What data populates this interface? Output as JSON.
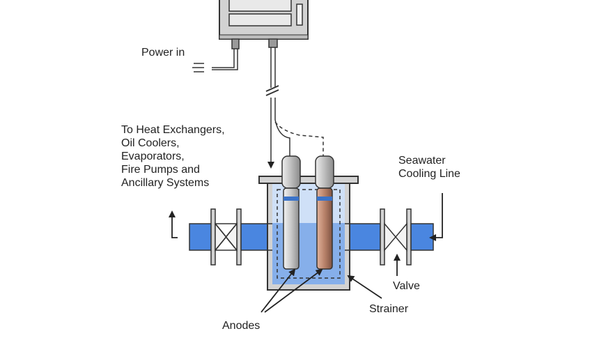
{
  "labels": {
    "power_in": "Power in",
    "heat_exchangers": [
      "To Heat Exchangers,",
      "Oil Coolers,",
      "Evaporators,",
      "Fire Pumps and",
      "Ancillary Systems"
    ],
    "seawater": [
      "Seawater",
      "Cooling Line"
    ],
    "valve": "Valve",
    "strainer": "Strainer",
    "anodes": "Anodes"
  },
  "colors": {
    "water": "#4a86e0",
    "water_light": "#cfe0f7",
    "metal": "#d2d2d2",
    "outline": "#333333",
    "aluminium_anode": "#c8c8c8",
    "copper_anode": "#b8826a",
    "anode_band": "#3a73c9",
    "text": "#222222"
  },
  "icons": {
    "flow_arrow": "arrow-icon",
    "anode": "anode-rod-icon"
  }
}
